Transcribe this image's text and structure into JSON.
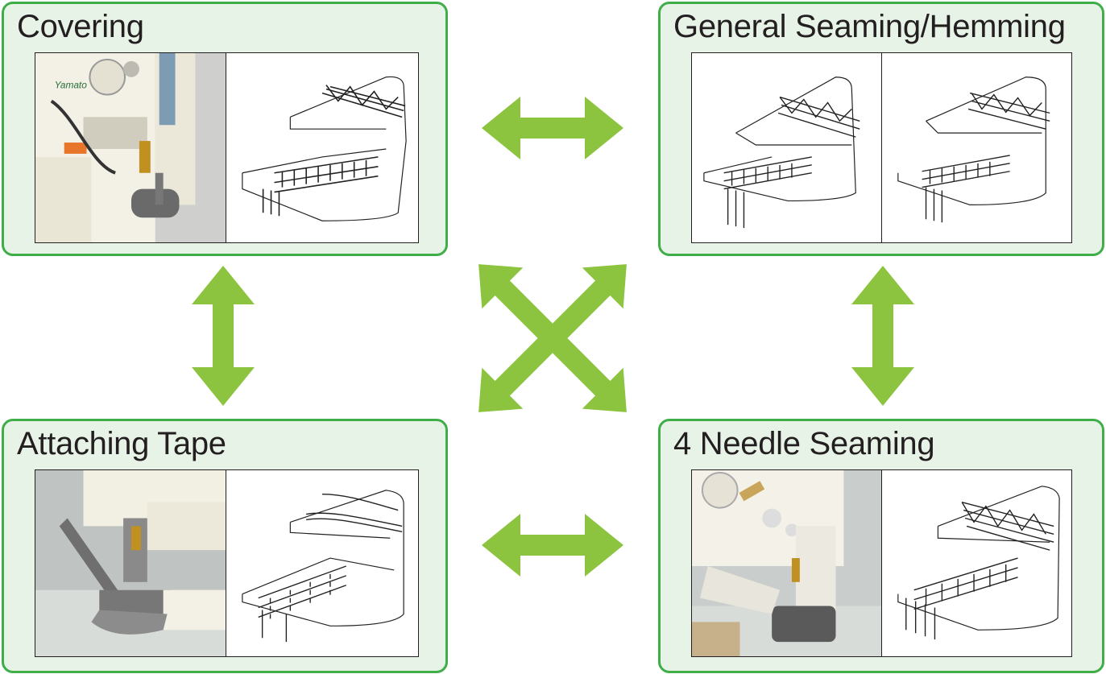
{
  "panels": {
    "covering": {
      "title": "Covering",
      "brand": "Yamato"
    },
    "general": {
      "title": "General Seaming/Hemming"
    },
    "tape": {
      "title": "Attaching Tape"
    },
    "needle4": {
      "title": "4 Needle Seaming"
    }
  },
  "colors": {
    "arrow": "#8cc43f",
    "border": "#3fae49",
    "panel_bg": "#e8f3e8"
  },
  "icons": {
    "arrow": "double-headed-arrow",
    "photo": "sewing-machine-photo",
    "diagram": "stitch-diagram"
  }
}
